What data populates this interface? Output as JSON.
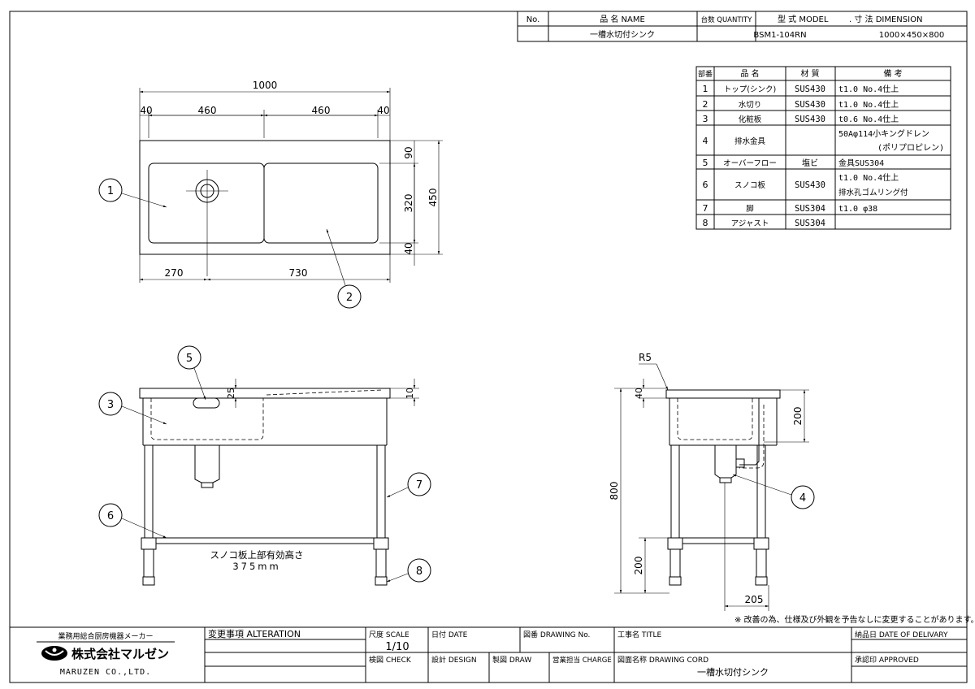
{
  "header_table": {
    "col_no": "No.",
    "col_name": "品 名 NAME",
    "col_qty": "台数 QUANTITY",
    "col_model": "型 式 MODEL",
    "col_dim": ". 寸 法 DIMENSION",
    "row_name": "一槽水切付シンク",
    "row_model": "BSM1-104RN",
    "row_dim": "1000×450×800"
  },
  "parts_table": {
    "headers": {
      "no": "部番",
      "name": "品 名",
      "material": "材 質",
      "note": "備 考"
    },
    "rows": [
      {
        "no": "1",
        "name": "トップ(シンク)",
        "material": "SUS430",
        "note": "t1.0 No.4仕上",
        "note2": ""
      },
      {
        "no": "2",
        "name": "水切り",
        "material": "SUS430",
        "note": "t1.0 No.4仕上",
        "note2": ""
      },
      {
        "no": "3",
        "name": "化粧板",
        "material": "SUS430",
        "note": "t0.6 No.4仕上",
        "note2": ""
      },
      {
        "no": "4",
        "name": "排水金具",
        "material": "",
        "note": "50Aφ114小キングドレン",
        "note2": "(ポリプロピレン)"
      },
      {
        "no": "5",
        "name": "オーバーフロー",
        "material": "塩ビ",
        "note": "金具SUS304",
        "note2": ""
      },
      {
        "no": "6",
        "name": "スノコ板",
        "material": "SUS430",
        "note": "t1.0 No.4仕上",
        "note2": "排水孔ゴムリング付"
      },
      {
        "no": "7",
        "name": "脚",
        "material": "SUS304",
        "note": "t1.0 φ38",
        "note2": ""
      },
      {
        "no": "8",
        "name": "アジャスト",
        "material": "SUS304",
        "note": "",
        "note2": ""
      }
    ]
  },
  "top_view": {
    "dim_total": "1000",
    "dim_40a": "40",
    "dim_460a": "460",
    "dim_460b": "460",
    "dim_40b": "40",
    "dim_90": "90",
    "dim_320": "320",
    "dim_40c": "40",
    "dim_450": "450",
    "dim_270": "270",
    "dim_730": "730",
    "callout_1": "1",
    "callout_2": "2"
  },
  "front_view": {
    "dim_25": "25",
    "dim_10": "10",
    "callout_3": "3",
    "callout_5": "5",
    "callout_6": "6",
    "callout_7": "7",
    "callout_8": "8",
    "sunoko_label_1": "スノコ板上部有効高さ",
    "sunoko_label_2": "375mm"
  },
  "side_view": {
    "dim_r5": "R5",
    "dim_40": "40",
    "dim_200a": "200",
    "dim_800": "800",
    "dim_200b": "200",
    "dim_205": "205",
    "callout_4": "4"
  },
  "notice": "※ 改善の為、仕様及び外観を予告なしに変更することがあります。",
  "title_block": {
    "maker_label": "業務用総合厨房機器メーカー",
    "company_jp": "株式会社マルゼン",
    "company_en": "MARUZEN CO.,LTD.",
    "alteration": "変更事項 ALTERATION",
    "scale_label": "尺度 SCALE",
    "scale_value": "1/10",
    "check": "検図 CHECK",
    "date": "日付 DATE",
    "design": "設計 DESIGN",
    "draw": "製図 DRAW",
    "drawing_no": "図番 DRAWING No.",
    "charge": "営業担当 CHARGE",
    "title": "工事名 TITLE",
    "drawing_cord": "図面名称 DRAWING CORD",
    "drawing_name": "一槽水切付シンク",
    "delivery": "納品日 DATE OF DELIVARY",
    "approved": "承認印 APPROVED"
  }
}
